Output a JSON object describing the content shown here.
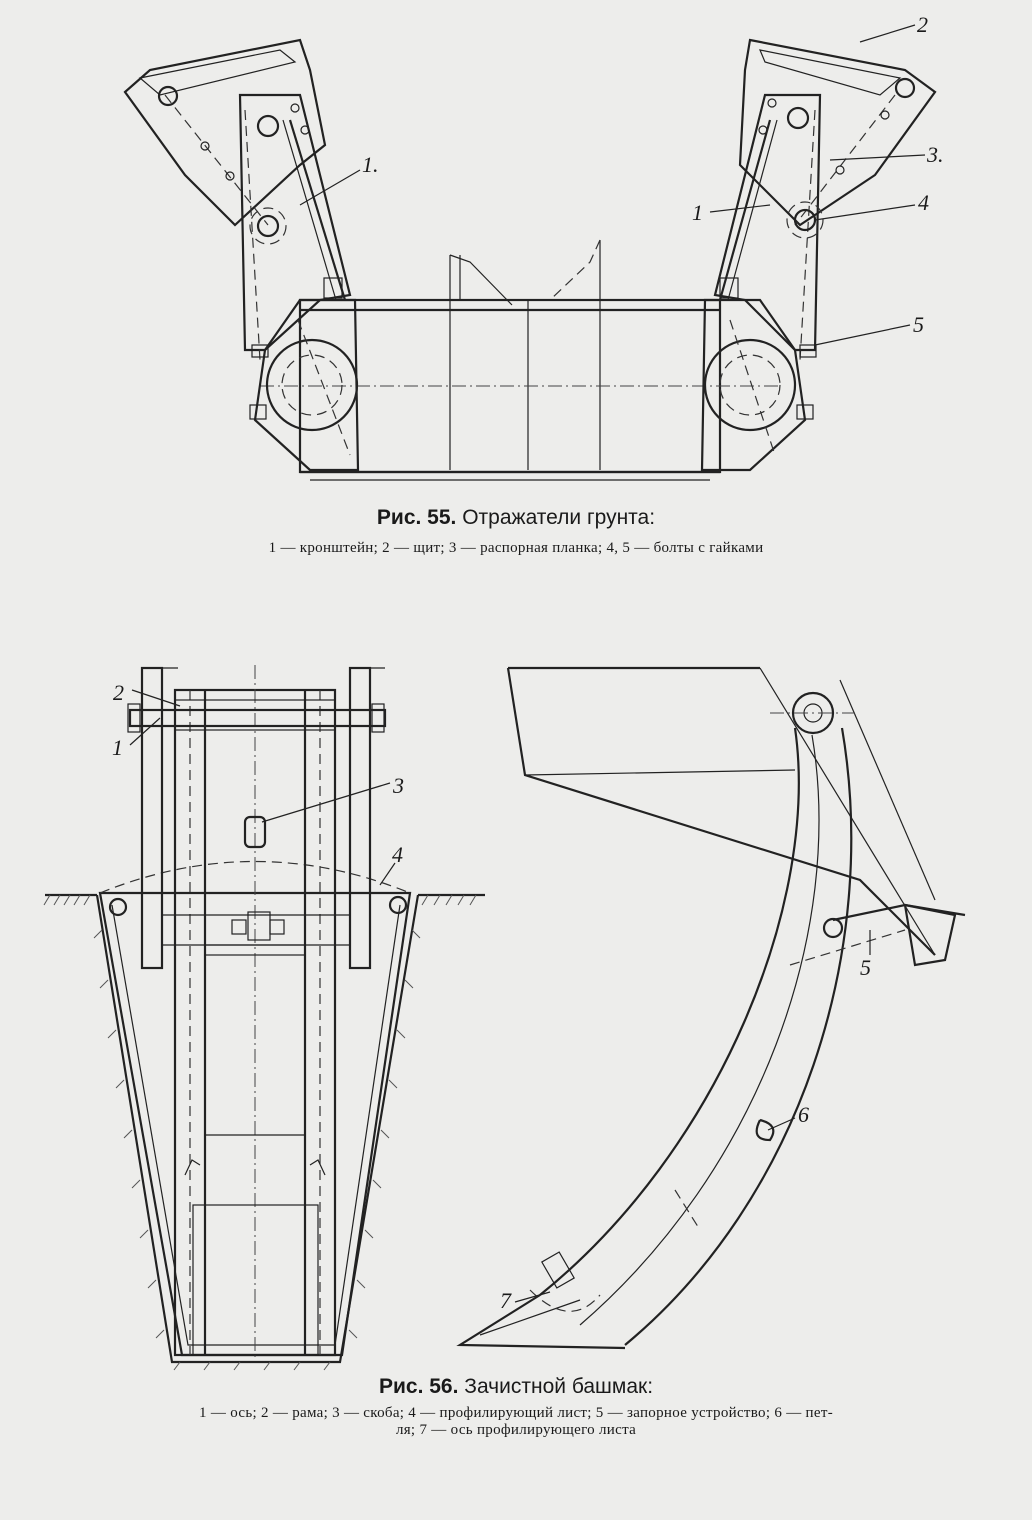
{
  "fig55": {
    "callouts": {
      "c1a": "1.",
      "c2": "2",
      "c3": "3.",
      "c1b": "1",
      "c4": "4",
      "c5": "5"
    },
    "caption_prefix": "Рис. 55.",
    "caption_title": "Отражатели грунта:",
    "legend": "1 — кронштейн; 2 — щит; 3 — распорная планка; 4, 5 — болты с гайками"
  },
  "fig56": {
    "callouts": {
      "c1": "1",
      "c2": "2",
      "c3": "3",
      "c4": "4",
      "c5": "5",
      "c6": "6",
      "c7": "7"
    },
    "caption_prefix": "Рис. 56.",
    "caption_title": "Зачистной башмак:",
    "legend_line1": "1 — ось; 2 — рама; 3 — скоба; 4 — профилирующий лист; 5 — запорное устройство; 6 — пет-",
    "legend_line2": "ля; 7 — ось профилирующего листа"
  }
}
